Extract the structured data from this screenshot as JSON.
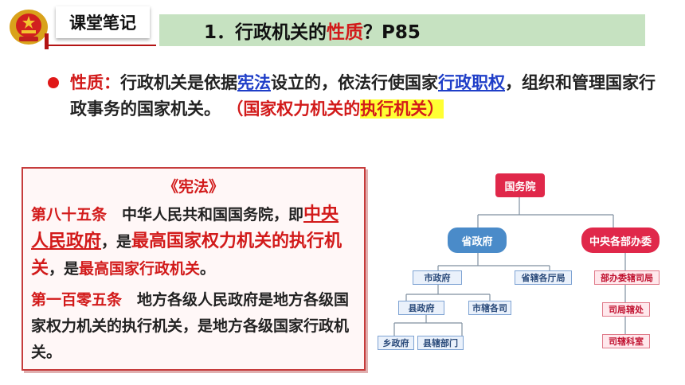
{
  "header": {
    "tag_label": "课堂笔记",
    "topic_prefix": "1．行政机关的",
    "topic_red": "性质",
    "topic_suffix": "？P85"
  },
  "definition": {
    "label": "性质：",
    "p1": "行政机关是依据",
    "link1": "宪法",
    "p2": "设立的，依法行使国家",
    "link2": "行政职权",
    "p3": "，组织和管理国家行政事务的国家机关。",
    "paren_open": "（",
    "highlight_a": "国家权力机关的",
    "highlight_b": "执行机关",
    "paren_close": "）"
  },
  "law": {
    "title": "《宪法》",
    "art85_label": "第八十五条",
    "art85_p1": "　中华人民共和国国务院，即",
    "art85_central": "中央人民政府",
    "art85_p2": "，是",
    "art85_highest_power": "最高国家权力机关的执行机关",
    "art85_p3": "，是",
    "art85_highest_admin": "最高国家行政机关",
    "art85_p4": "。",
    "art105_label": "第一百零五条",
    "art105_text": "　地方各级人民政府是地方各级国家权力机关的执行机关，是地方各级国家行政机关。"
  },
  "org_chart": {
    "root": "国务院",
    "provincial": "省政府",
    "central_ministries": "中央各部办委",
    "city_gov": "市政府",
    "prov_departments": "省辖各厅局",
    "county_gov": "县政府",
    "city_departments": "市辖各司",
    "township_gov": "乡政府",
    "county_departments": "县辖部门",
    "ministry_bureaus": "部办委辖司局",
    "bureau_divisions": "司局辖处",
    "division_sections": "司辖科室"
  }
}
